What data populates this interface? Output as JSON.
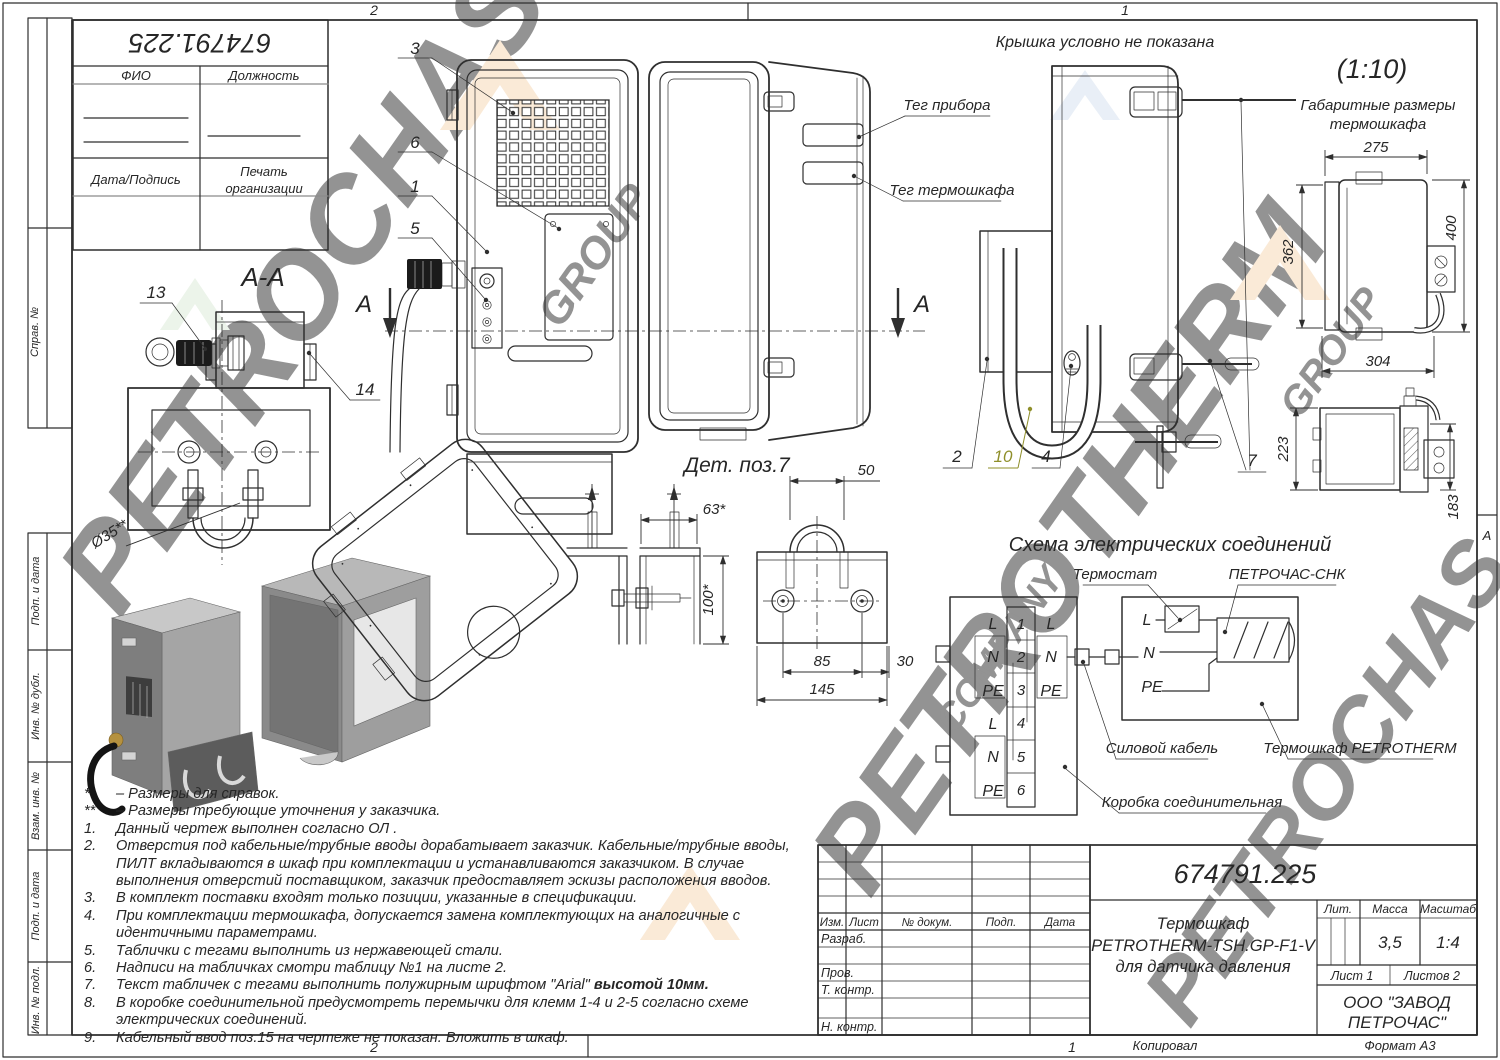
{
  "doc_number": "674791.225",
  "zones": {
    "top_left": "2",
    "top_right": "1",
    "bottom_left": "2",
    "bottom_right": "1",
    "right_letter": "А"
  },
  "footer": {
    "copied": "Копировал",
    "format": "Формат А3"
  },
  "side_column": {
    "sprav": "Справ. №",
    "cells": [
      "Подп. и дата",
      "Инв. № дубл.",
      "Взам. инв. №",
      "Подп. и дата",
      "Инв. № подл."
    ]
  },
  "approval_stamp": {
    "col_fio": "ФИО",
    "col_post": "Должность",
    "date_sign": "Дата/Подпись",
    "stamp_line1": "Печать",
    "stamp_line2": "организации"
  },
  "views": {
    "cover_note": "Крышка условно не показана",
    "section_title": "А-А",
    "section_letter": "А",
    "detail_title": "Дет. поз.7",
    "scale_note": "(1:10)",
    "overall_line1": "Габаритные размеры",
    "overall_line2": "термошкафа",
    "tag_device": "Тег прибора",
    "tag_cabinet": "Тег термошкафа"
  },
  "callouts": {
    "pos1": "1",
    "pos2": "2",
    "pos3": "3",
    "pos4": "4",
    "pos5": "5",
    "pos6": "6",
    "pos7": "7",
    "pos10": "10",
    "pos13": "13",
    "pos14": "14",
    "dia": "Ø35**"
  },
  "dims": {
    "w275": "275",
    "h400": "400",
    "h362": "362",
    "w304": "304",
    "h223": "223",
    "h183": "183",
    "b50": "50",
    "b63": "63*",
    "b100": "100*",
    "b85": "85",
    "b30": "30",
    "b145": "145"
  },
  "schematic": {
    "title": "Схема электрических соединений",
    "thermostat": "Термостат",
    "controller": "ПЕТРОЧАС-СНК",
    "power_cable": "Силовой кабель",
    "cabinet": "Термошкаф PETROTHERM",
    "junction_box": "Коробка соединительная",
    "terminals": [
      "1",
      "2",
      "3",
      "4",
      "5",
      "6"
    ],
    "lnpe": [
      "L",
      "N",
      "PE"
    ]
  },
  "notes": [
    {
      "m": "*",
      "t": "– Размеры для справок."
    },
    {
      "m": "**",
      "t": "– Размеры требующие уточнения у заказчика."
    },
    {
      "m": "1.",
      "t": "Данный чертеж выполнен согласно ОЛ ."
    },
    {
      "m": "2.",
      "t": "Отверстия под кабельные/трубные вводы дорабатывает заказчик. Кабельные/трубные вводы, ПИЛТ вкладываются в шкаф при комплектации и устанавливаются заказчиком. В случае выполнения отверстий поставщиком, заказчик предоставляет эскизы расположения вводов."
    },
    {
      "m": "3.",
      "t": "В комплект поставки входят только позиции, указанные в спецификации."
    },
    {
      "m": "4.",
      "t": "При комплектации термошкафа, допускается замена комплектующих на аналогичные с идентичными параметрами."
    },
    {
      "m": "5.",
      "t": "Таблички с тегами выполнить из нержавеющей стали."
    },
    {
      "m": "6.",
      "t": "Надписи на табличках смотри таблицу №1 на листе 2."
    },
    {
      "m": "7.",
      "t": "Текст табличек с тегами выполнить полужирным шрифтом \"Arial\" ",
      "b": "высотой 10мм."
    },
    {
      "m": "8.",
      "t": "В коробке соединительной предусмотреть перемычки для клемм 1-4 и 2-5 согласно схеме электрических соединений."
    },
    {
      "m": "9.",
      "t": "Кабельный ввод поз.15 на чертеже не показан. Вложить в шкаф."
    }
  ],
  "title_block": {
    "header_cols": [
      "Изм.",
      "Лист",
      "№ докум.",
      "Подп.",
      "Дата"
    ],
    "row_labels": [
      "Разраб.",
      "Пров.",
      "Т. контр.",
      "Н. контр."
    ],
    "name_line1": "Термошкаф",
    "name_line2": "PETROTHERM-TSH.GP-F1-V",
    "name_line3": "для датчика давления",
    "lit": "Лит.",
    "mass": "Масса",
    "scale": "Масштаб",
    "mass_value": "3,5",
    "scale_value": "1:4",
    "sheet": "Лист 1",
    "sheets": "Листов 2",
    "company_line1": "ООО \"ЗАВОД",
    "company_line2": "ПЕТРОЧАС\""
  },
  "watermark": {
    "w1": "PETROTHERM",
    "w2": "PETROCHAS",
    "w3": "GROUP",
    "w4": "COMPANY"
  },
  "colors": {
    "line": "#2f2f2f",
    "callout_10": "#8f8f2a",
    "watermark": "#f7dabc"
  }
}
